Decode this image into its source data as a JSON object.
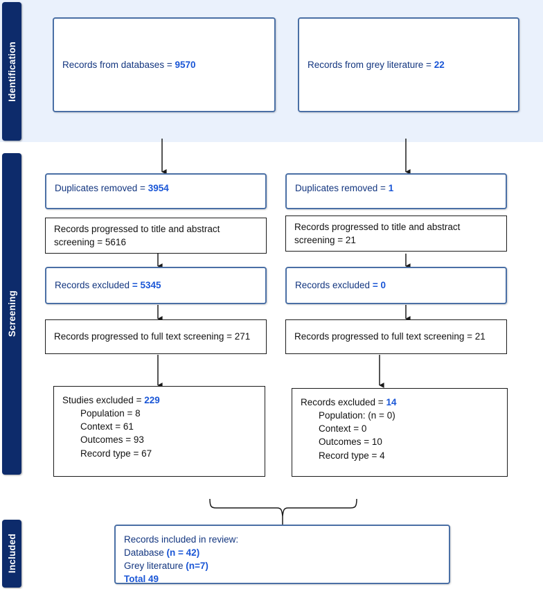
{
  "stages": [
    {
      "id": "identification",
      "label": "Identification"
    },
    {
      "id": "screening",
      "label": "Screening"
    },
    {
      "id": "included",
      "label": "Included"
    }
  ],
  "colors": {
    "stage_bar": "#0d2b6b",
    "identification_band": "#eaf1fc",
    "highlight_number": "#1a56d6",
    "navy_text": "#12357f",
    "blue_box_border": "#4a6fa5",
    "plain_box_border": "#1a1a1a"
  },
  "boxes": {
    "db_records": {
      "label": "Records from databases = ",
      "value": "9570"
    },
    "grey_records": {
      "label": "Records from grey literature = ",
      "value": "22"
    },
    "db_duplicates": {
      "label": "Duplicates removed = ",
      "value": "3954"
    },
    "grey_duplicates": {
      "label": "Duplicates removed = ",
      "value": "1"
    },
    "db_title_abstract": {
      "line1": "Records progressed to title and abstract",
      "line2": "screening = 5616"
    },
    "grey_title_abstract": {
      "line1": "Records progressed to title and abstract",
      "line2": "screening = 21"
    },
    "db_excluded_ta": {
      "label": "Records excluded ",
      "value": "= 5345"
    },
    "grey_excluded_ta": {
      "label": "Records excluded ",
      "value": "= 0"
    },
    "db_fulltext": {
      "text": "Records progressed to full text screening = 271"
    },
    "grey_fulltext": {
      "text": "Records progressed to full text screening = 21"
    },
    "db_excluded_full": {
      "label": "Studies excluded = ",
      "value": "229",
      "reasons": [
        "Population = 8",
        "Context = 61",
        "Outcomes = 93",
        "Record type = 67"
      ]
    },
    "grey_excluded_full": {
      "label": "Records excluded = ",
      "value": "14",
      "reasons": [
        "Population: (n = 0)",
        "Context = 0",
        "Outcomes = 10",
        "Record type = 4"
      ]
    },
    "included": {
      "heading": "Records included in review:",
      "database_label": "Database ",
      "database_value": "(n = 42)",
      "grey_label": "Grey literature ",
      "grey_value": "(n=7)",
      "total": "Total 49"
    }
  }
}
